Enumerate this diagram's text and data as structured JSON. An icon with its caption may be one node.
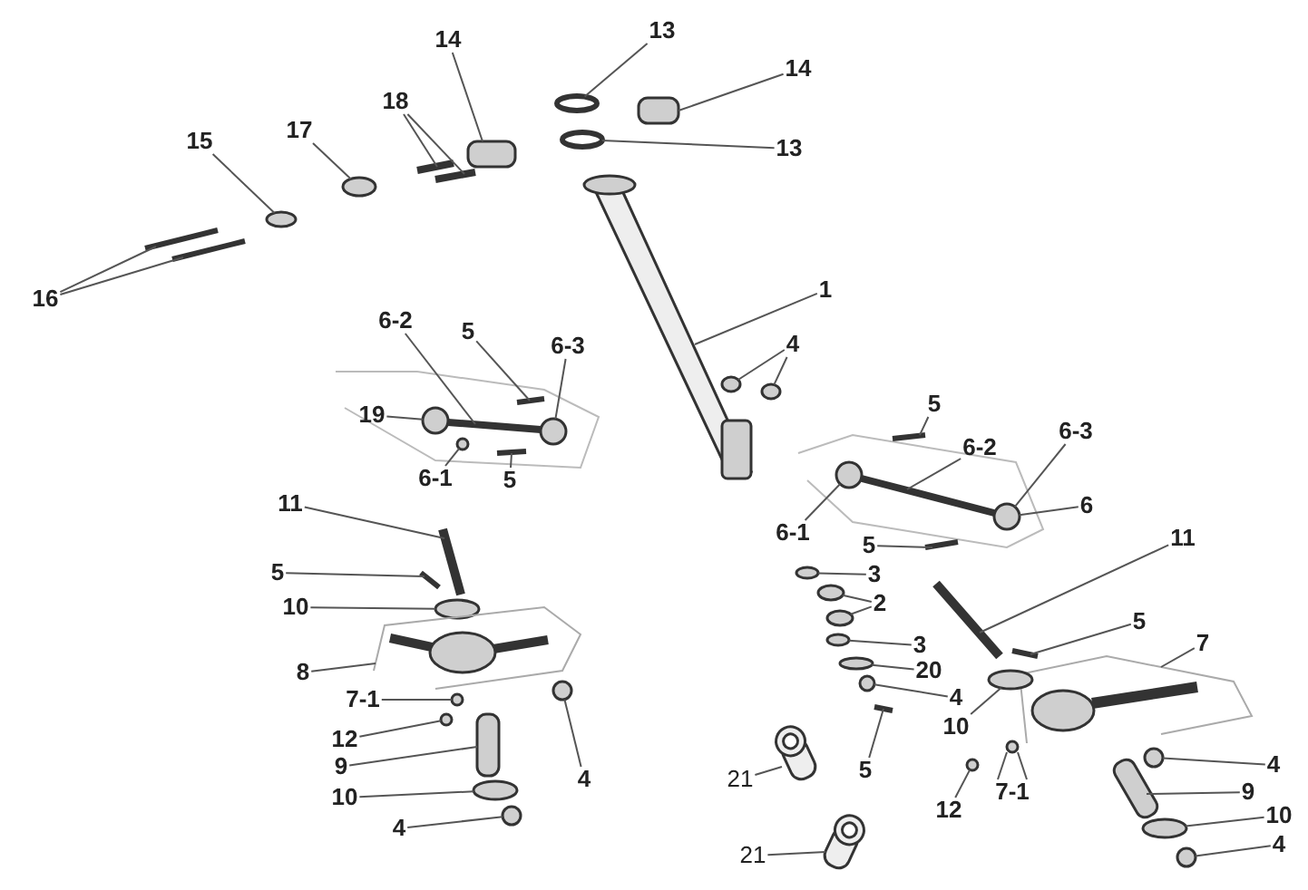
{
  "diagram": {
    "nodes": [
      {
        "text": [
          "14"
        ]
      },
      {
        "text": [
          "13"
        ]
      },
      {
        "text": [
          "18"
        ]
      },
      {
        "text": [
          "14"
        ]
      },
      {
        "text": [
          "15"
        ]
      },
      {
        "text": [
          "17"
        ]
      },
      {
        "text": [
          "13"
        ]
      },
      {
        "text": [
          "16"
        ]
      },
      {
        "text": [
          "1"
        ]
      },
      {
        "text": [
          "4"
        ]
      },
      {
        "text": [
          "6-2"
        ]
      },
      {
        "text": [
          "5"
        ]
      },
      {
        "text": [
          "6-3"
        ]
      },
      {
        "text": [
          "19"
        ]
      },
      {
        "text": [
          "5"
        ]
      },
      {
        "text": [
          "6-2"
        ]
      },
      {
        "text": [
          "6-3"
        ]
      },
      {
        "text": [
          "5"
        ]
      },
      {
        "text": [
          "6-1"
        ]
      },
      {
        "text": [
          "6"
        ]
      },
      {
        "text": [
          "11"
        ]
      },
      {
        "text": [
          "6-1"
        ]
      },
      {
        "text": [
          "11"
        ]
      },
      {
        "text": [
          "5"
        ]
      },
      {
        "text": [
          "5"
        ]
      },
      {
        "text": [
          "3"
        ]
      },
      {
        "text": [
          "2"
        ]
      },
      {
        "text": [
          "10"
        ]
      },
      {
        "text": [
          "5"
        ]
      },
      {
        "text": [
          "3"
        ]
      },
      {
        "text": [
          "8"
        ]
      },
      {
        "text": [
          "7"
        ]
      },
      {
        "text": [
          "20"
        ]
      },
      {
        "text": [
          "7-1"
        ]
      },
      {
        "text": [
          "4"
        ]
      },
      {
        "text": [
          "10"
        ]
      },
      {
        "text": [
          "12"
        ]
      },
      {
        "text": [
          "4"
        ]
      },
      {
        "text": [
          "5"
        ]
      },
      {
        "text": [
          "9"
        ]
      },
      {
        "text": [
          "21"
        ]
      },
      {
        "text": [
          "7-1"
        ]
      },
      {
        "text": [
          "12"
        ]
      },
      {
        "text": [
          "4"
        ]
      },
      {
        "text": [
          "10"
        ]
      },
      {
        "text": [
          "9"
        ]
      },
      {
        "text": [
          "10"
        ]
      },
      {
        "text": [
          "4"
        ]
      },
      {
        "text": [
          "4"
        ]
      },
      {
        "text": [
          "21"
        ]
      },
      {
        "text": [],
        "shape": "box"
      },
      {
        "text": [],
        "shape": "circle"
      },
      {
        "text": [],
        "shape": "bar"
      },
      {
        "text": [],
        "shape": "bar"
      },
      {
        "text": [],
        "shape": "box"
      },
      {
        "text": [],
        "shape": "circle"
      },
      {
        "text": [],
        "shape": "circle"
      },
      {
        "text": [],
        "shape": "circle"
      },
      {
        "text": [],
        "shape": "bar"
      },
      {
        "text": [],
        "shape": "bar"
      },
      {
        "text": [],
        "shape": "picture"
      },
      {
        "text": [],
        "shape": "circle"
      },
      {
        "text": [],
        "shape": "circle"
      },
      {
        "text": [],
        "shape": "bar"
      },
      {
        "text": [],
        "shape": "bar"
      },
      {
        "text": [],
        "shape": "circle"
      },
      {
        "text": [],
        "shape": "circle"
      },
      {
        "text": [],
        "shape": "bar"
      },
      {
        "text": [],
        "shape": "bar"
      },
      {
        "text": [],
        "shape": "circle"
      },
      {
        "text": [],
        "shape": "circle"
      },
      {
        "text": [],
        "shape": "bar"
      },
      {
        "text": [],
        "shape": "circle"
      },
      {
        "text": [],
        "shape": "bar"
      },
      {
        "text": [],
        "shape": "bar"
      },
      {
        "text": [],
        "shape": "bar"
      },
      {
        "text": [],
        "shape": "bar"
      },
      {
        "text": [],
        "shape": "circle"
      },
      {
        "text": [],
        "shape": "circle"
      },
      {
        "text": [],
        "shape": "circle"
      },
      {
        "text": [],
        "shape": "circle"
      },
      {
        "text": [],
        "shape": "bar"
      },
      {
        "text": [],
        "shape": "circle"
      },
      {
        "text": [],
        "shape": "polygon"
      },
      {
        "text": [],
        "shape": "polygon"
      },
      {
        "text": [],
        "shape": "circle"
      },
      {
        "text": [],
        "shape": "circle"
      },
      {
        "text": [],
        "shape": "circle"
      },
      {
        "text": [],
        "shape": "circle"
      },
      {
        "text": [],
        "shape": "circle"
      },
      {
        "text": [],
        "shape": "circle"
      },
      {
        "text": [],
        "shape": "bar"
      },
      {
        "text": [],
        "shape": "box"
      },
      {
        "text": [],
        "shape": "picture"
      },
      {
        "text": [],
        "shape": "circle"
      },
      {
        "text": [],
        "shape": "circle"
      },
      {
        "text": [],
        "shape": "circle"
      },
      {
        "text": [],
        "shape": "circle"
      },
      {
        "text": [],
        "shape": "box"
      },
      {
        "text": [],
        "shape": "circle"
      },
      {
        "text": [],
        "shape": "circle"
      },
      {
        "text": [],
        "shape": "circle"
      },
      {
        "text": [],
        "shape": "picture"
      }
    ],
    "edges": [
      {
        "from": 0,
        "to": 50,
        "arrow": "none"
      },
      {
        "from": 1,
        "to": 51,
        "arrow": "none"
      },
      {
        "from": 2,
        "to": 52,
        "arrow": "none"
      },
      {
        "from": 2,
        "to": 53,
        "arrow": "none"
      },
      {
        "from": 3,
        "to": 54,
        "arrow": "none"
      },
      {
        "from": 4,
        "to": 55,
        "arrow": "none"
      },
      {
        "from": 5,
        "to": 56,
        "arrow": "none"
      },
      {
        "from": 6,
        "to": 57,
        "arrow": "none"
      },
      {
        "from": 7,
        "to": 58,
        "arrow": "none"
      },
      {
        "from": 7,
        "to": 59,
        "arrow": "none"
      },
      {
        "from": 8,
        "to": 60,
        "arrow": "none"
      },
      {
        "from": 9,
        "to": 61,
        "arrow": "none"
      },
      {
        "from": 9,
        "to": 62,
        "arrow": "none"
      },
      {
        "from": 10,
        "to": 63,
        "arrow": "none"
      },
      {
        "from": 11,
        "to": 64,
        "arrow": "none"
      },
      {
        "from": 12,
        "to": 65,
        "arrow": "none"
      },
      {
        "from": 13,
        "to": 66,
        "arrow": "none"
      },
      {
        "from": 14,
        "to": 67,
        "arrow": "none"
      },
      {
        "from": 15,
        "to": 68,
        "arrow": "none"
      },
      {
        "from": 16,
        "to": 69,
        "arrow": "none"
      },
      {
        "from": 17,
        "to": 71,
        "arrow": "none"
      },
      {
        "from": 18,
        "to": 70,
        "arrow": "none"
      },
      {
        "from": 19,
        "to": 69,
        "arrow": "none"
      },
      {
        "from": 20,
        "to": 74,
        "arrow": "none"
      },
      {
        "from": 21,
        "to": 72,
        "arrow": "none"
      },
      {
        "from": 22,
        "to": 75,
        "arrow": "none"
      },
      {
        "from": 23,
        "to": 73,
        "arrow": "none"
      },
      {
        "from": 24,
        "to": 76,
        "arrow": "none"
      },
      {
        "from": 25,
        "to": 77,
        "arrow": "none"
      },
      {
        "from": 26,
        "to": 78,
        "arrow": "none"
      },
      {
        "from": 26,
        "to": 79,
        "arrow": "none"
      },
      {
        "from": 27,
        "to": 80,
        "arrow": "none"
      },
      {
        "from": 28,
        "to": 81,
        "arrow": "none"
      },
      {
        "from": 29,
        "to": 82,
        "arrow": "none"
      },
      {
        "from": 30,
        "to": 83,
        "arrow": "none"
      },
      {
        "from": 31,
        "to": 84,
        "arrow": "none"
      },
      {
        "from": 32,
        "to": 85,
        "arrow": "none"
      },
      {
        "from": 33,
        "to": 86,
        "arrow": "none"
      },
      {
        "from": 34,
        "to": 87,
        "arrow": "none"
      },
      {
        "from": 35,
        "to": 88,
        "arrow": "none"
      },
      {
        "from": 36,
        "to": 89,
        "arrow": "none"
      },
      {
        "from": 37,
        "to": 90,
        "arrow": "none"
      },
      {
        "from": 38,
        "to": 91,
        "arrow": "none"
      },
      {
        "from": 39,
        "to": 92,
        "arrow": "none"
      },
      {
        "from": 40,
        "to": 93,
        "arrow": "none"
      },
      {
        "from": 41,
        "to": 94,
        "arrow": "none"
      },
      {
        "from": 41,
        "to": 94,
        "arrow": "none"
      },
      {
        "from": 42,
        "to": 95,
        "arrow": "none"
      },
      {
        "from": 43,
        "to": 96,
        "arrow": "none"
      },
      {
        "from": 44,
        "to": 97,
        "arrow": "none"
      },
      {
        "from": 45,
        "to": 98,
        "arrow": "none"
      },
      {
        "from": 46,
        "to": 99,
        "arrow": "none"
      },
      {
        "from": 47,
        "to": 100,
        "arrow": "none"
      },
      {
        "from": 48,
        "to": 101,
        "arrow": "none"
      },
      {
        "from": 49,
        "to": 102,
        "arrow": "none"
      }
    ]
  }
}
